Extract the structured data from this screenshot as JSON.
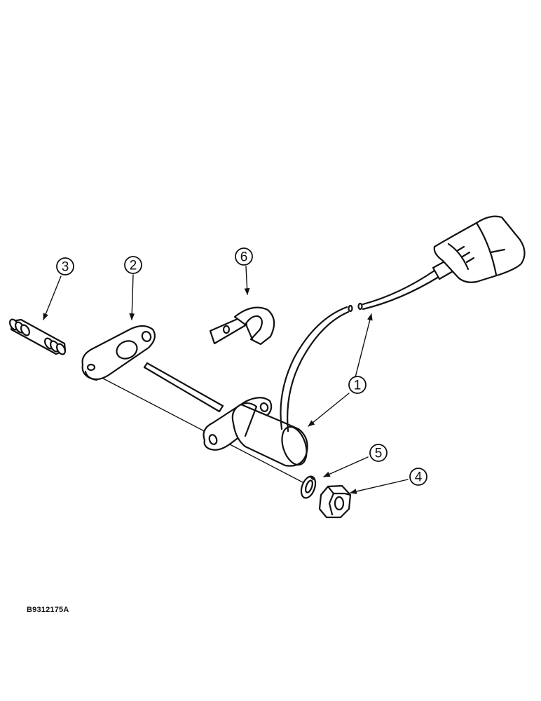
{
  "callouts": [
    {
      "id": "c1",
      "label": "1"
    },
    {
      "id": "c2",
      "label": "2"
    },
    {
      "id": "c3",
      "label": "3"
    },
    {
      "id": "c4",
      "label": "4"
    },
    {
      "id": "c5",
      "label": "5"
    },
    {
      "id": "c6",
      "label": "6"
    }
  ],
  "figure_code": "B9312175A"
}
